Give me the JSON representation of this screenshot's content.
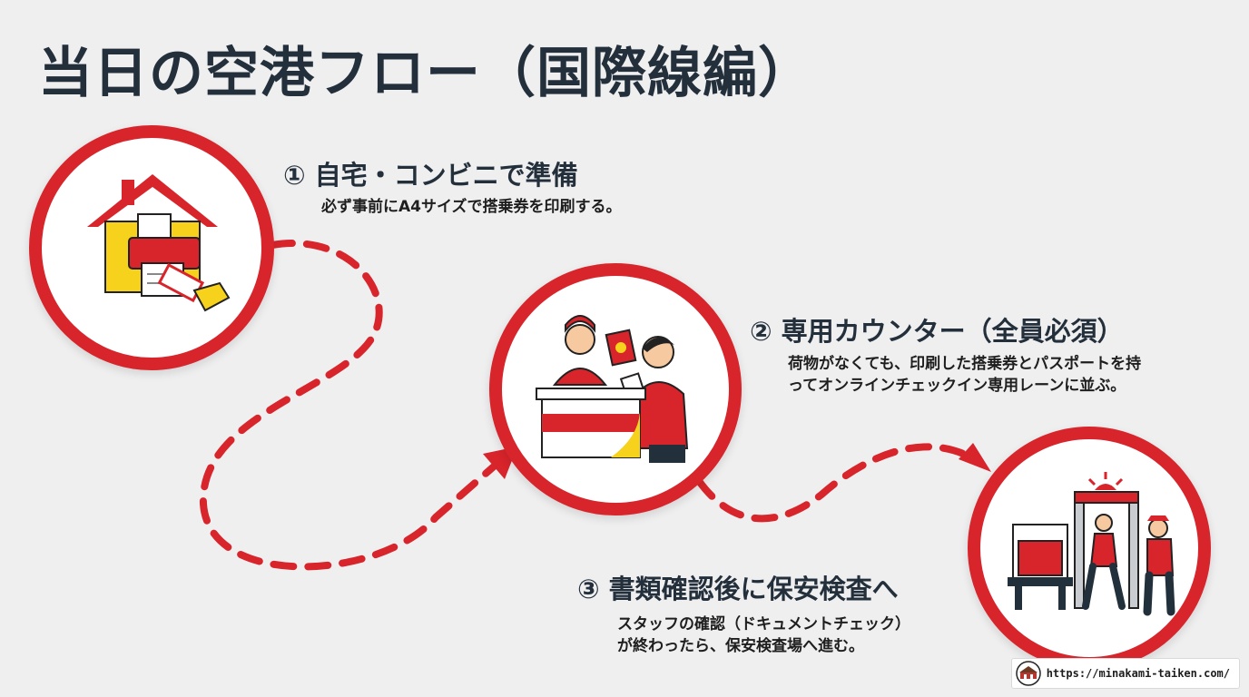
{
  "title": "当日の空港フロー（国際線編）",
  "steps": [
    {
      "heading": "① 自宅・コンビニで準備",
      "description_lines": [
        "必ず事前にA4サイズで搭乗券を印刷する。"
      ],
      "icon": "house-printer-icon"
    },
    {
      "heading": "② 専用カウンター（全員必須）",
      "description_lines": [
        "荷物がなくても、印刷した搭乗券とパスポートを持",
        "ってオンラインチェックイン専用レーンに並ぶ。"
      ],
      "icon": "checkin-counter-icon"
    },
    {
      "heading": "③ 書類確認後に保安検査へ",
      "description_lines": [
        "スタッフの確認（ドキュメントチェック）",
        "が終わったら、保安検査場へ進む。"
      ],
      "icon": "security-gate-icon"
    }
  ],
  "credit": {
    "url": "https://minakami-taiken.com/",
    "logo_icon": "site-logo-icon"
  },
  "colors": {
    "accent": "#d8242b",
    "yellow": "#f6d21c",
    "title_text": "#232f3b",
    "background": "#efeff0"
  }
}
